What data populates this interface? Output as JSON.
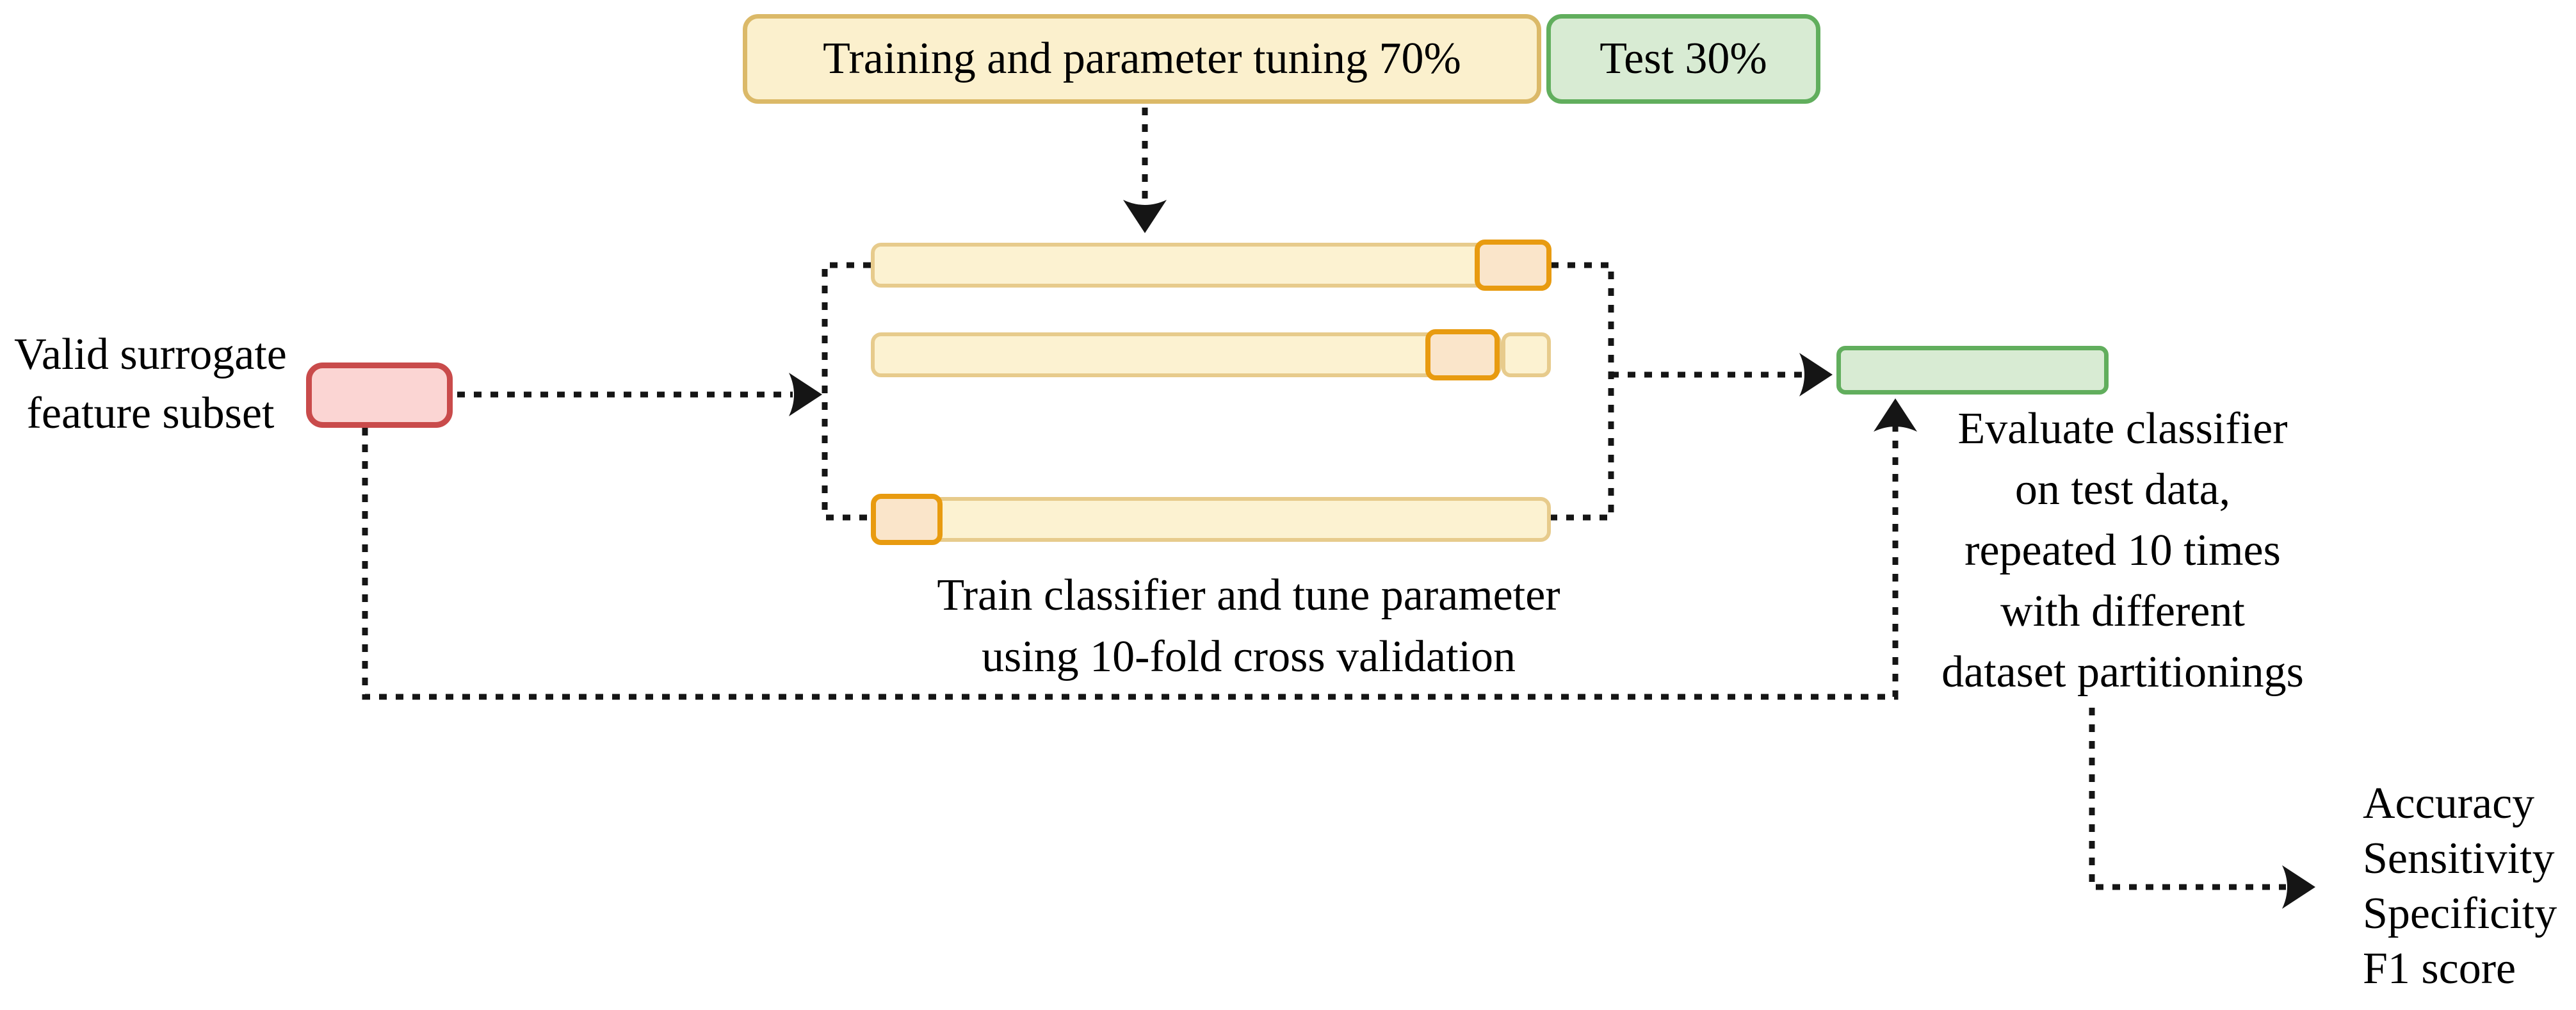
{
  "top": {
    "training_label": "Training and parameter tuning 70%",
    "test_label": "Test 30%"
  },
  "left_label": {
    "lines": [
      "Valid surrogate",
      "feature subset"
    ]
  },
  "cv": {
    "caption_lines": [
      "Train classifier and tune parameter",
      "using 10-fold cross validation"
    ]
  },
  "evaluate": {
    "lines": [
      "Evaluate classifier",
      "on test data,",
      "repeated 10 times",
      "with different",
      "dataset partitionings"
    ]
  },
  "metrics": [
    "Accuracy",
    "Sensitivity",
    "Specificity",
    "F1 score"
  ],
  "colors": {
    "line": "#151515",
    "text": "#000000",
    "cream-fill": "#FBF0CD",
    "tan-border": "#DBB968",
    "bar-fill": "#FCF2D1",
    "bar-border": "#E7CB8C",
    "fold-fill": "#FAE5CA",
    "fold-border": "#E89B10",
    "green-fill": "#D8EBD3",
    "green-border": "#61AE5D",
    "pink-fill": "#FBD5D3",
    "red-border": "#C94B4B"
  }
}
